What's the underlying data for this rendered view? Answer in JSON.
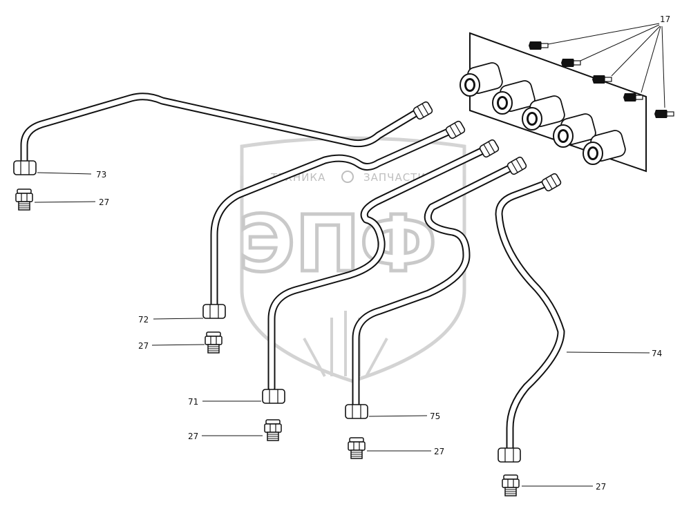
{
  "watermark": {
    "left": "ТЕХНИКА",
    "right": "ЗАПЧАСТИ",
    "logo": "ЭПФ"
  },
  "callouts": {
    "part_17": "17",
    "part_73": "73",
    "part_72": "72",
    "part_71": "71",
    "part_75": "75",
    "part_74": "74",
    "part_27_a": "27",
    "part_27_b": "27",
    "part_27_c": "27",
    "part_27_d": "27",
    "part_27_e": "27"
  },
  "colors": {
    "ink": "#111111",
    "watermark": "#c4c4c4"
  }
}
